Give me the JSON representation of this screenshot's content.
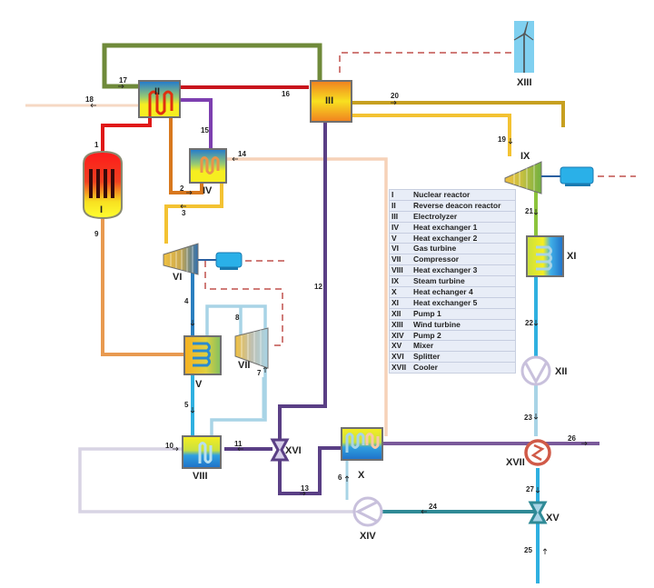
{
  "components": [
    {
      "id": "I",
      "name": "Nuclear reactor"
    },
    {
      "id": "II",
      "name": "Reverse deacon reactor"
    },
    {
      "id": "III",
      "name": "Electrolyzer"
    },
    {
      "id": "IV",
      "name": "Heat exchanger 1"
    },
    {
      "id": "V",
      "name": "Heat exchanger 2"
    },
    {
      "id": "VI",
      "name": "Gas turbine"
    },
    {
      "id": "VII",
      "name": "Compressor"
    },
    {
      "id": "VIII",
      "name": "Heat exchanger 3"
    },
    {
      "id": "IX",
      "name": "Steam turbine"
    },
    {
      "id": "X",
      "name": "Heat echanger 4"
    },
    {
      "id": "XI",
      "name": "Heat exchanger 5"
    },
    {
      "id": "XII",
      "name": "Pump 1"
    },
    {
      "id": "XIII",
      "name": "Wind turbine"
    },
    {
      "id": "XIV",
      "name": "Pump 2"
    },
    {
      "id": "XV",
      "name": "Mixer"
    },
    {
      "id": "XVI",
      "name": "Splitter"
    },
    {
      "id": "XVII",
      "name": "Cooler"
    }
  ],
  "labels": {
    "I": "I",
    "II": "II",
    "III": "III",
    "IV": "IV",
    "V": "V",
    "VI": "VI",
    "VII": "VII",
    "VIII": "VIII",
    "IX": "IX",
    "X": "X",
    "XI": "XI",
    "XII": "XII",
    "XIII": "XIII",
    "XIV": "XIV",
    "XV": "XV",
    "XVI": "XVI",
    "XVII": "XVII"
  },
  "streams": {
    "s1": "1",
    "s2": "2",
    "s3": "3",
    "s4": "4",
    "s5": "5",
    "s6": "6",
    "s7": "7",
    "s8": "8",
    "s9": "9",
    "s10": "10",
    "s11": "11",
    "s12": "12",
    "s13": "13",
    "s14": "14",
    "s15": "15",
    "s16": "16",
    "s17": "17",
    "s18": "18",
    "s19": "19",
    "s20": "20",
    "s21": "21",
    "s22": "22",
    "s23": "23",
    "s24": "24",
    "s25": "25",
    "s26": "26",
    "s27": "27"
  },
  "colors": {
    "red": "#d8141c",
    "orange": "#e08a3a",
    "olive": "#6f8a3a",
    "purple": "#5a3f85",
    "violet": "#7d3fb0",
    "gold": "#c7a020",
    "yellow": "#f3c232",
    "peach": "#f6d2b8",
    "blue": "#2a7fc0",
    "lightblue": "#a8d4e6",
    "cyan": "#2fb0e0",
    "teal": "#2f8a96",
    "lavender": "#d6d2e2",
    "power": "#c0504d",
    "green": "#8cc43c"
  }
}
